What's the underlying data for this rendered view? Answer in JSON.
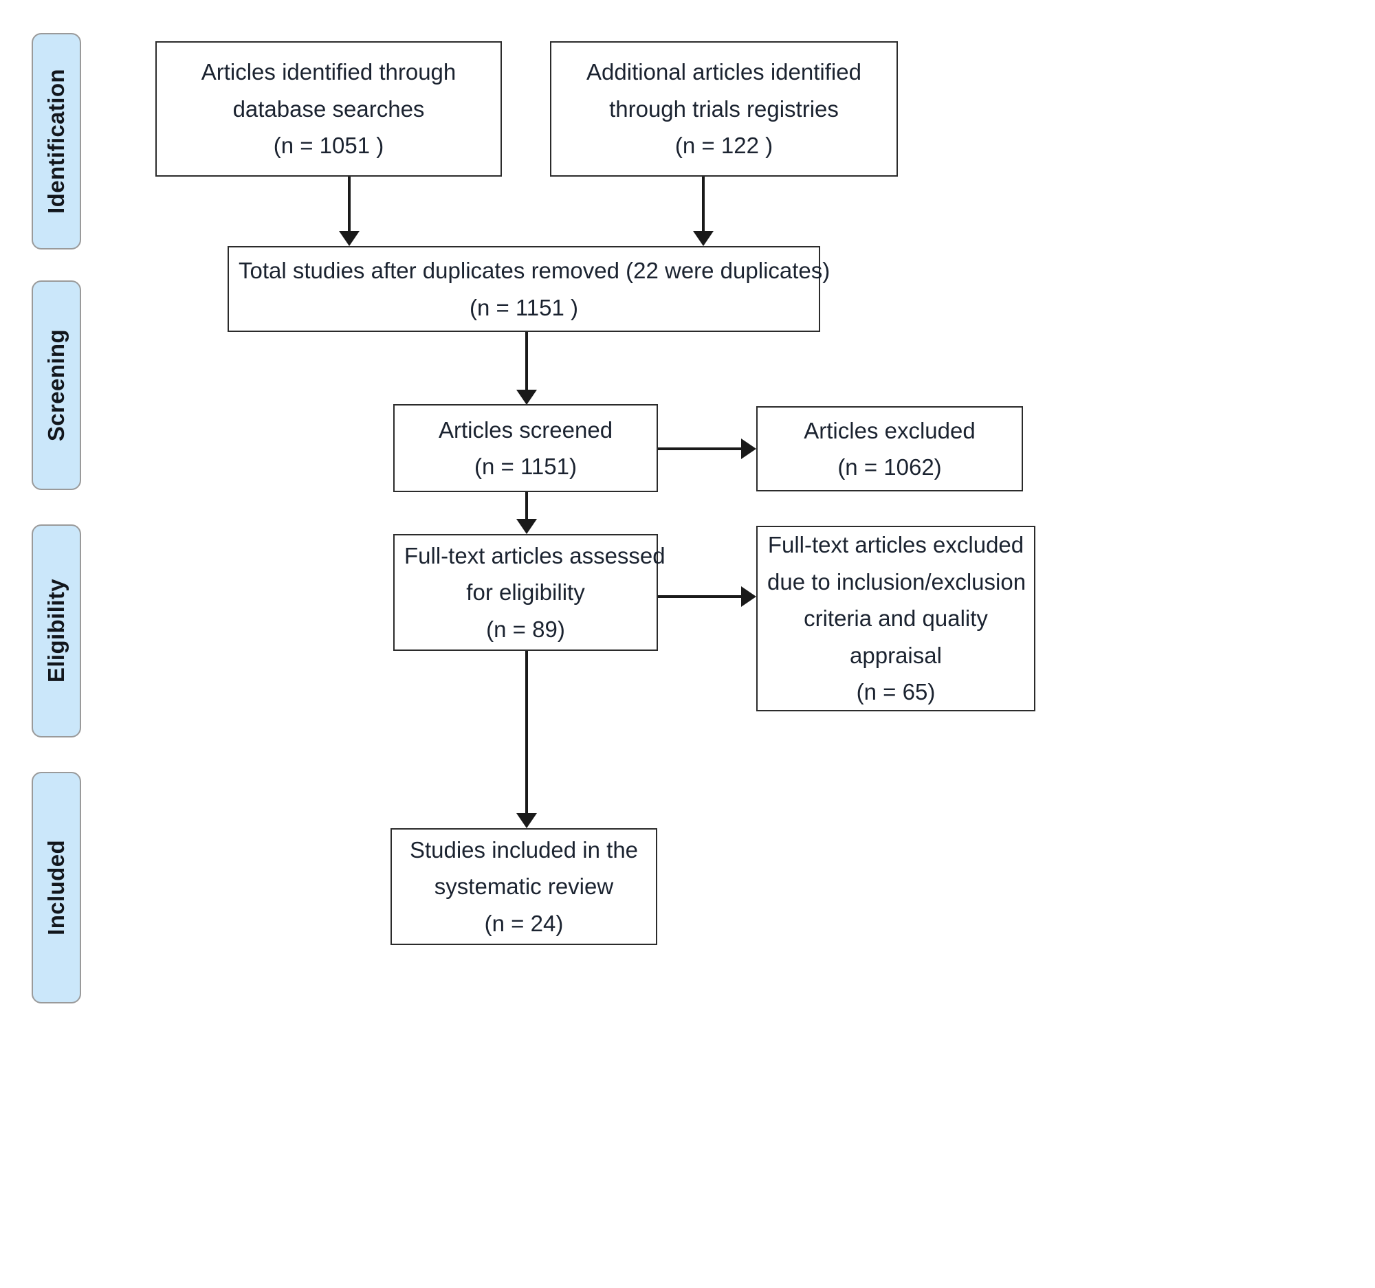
{
  "diagram": {
    "title": "PRISMA study selection flow diagram",
    "stages": [
      {
        "id": "identification",
        "label": "Identification"
      },
      {
        "id": "screening",
        "label": "Screening"
      },
      {
        "id": "eligibility",
        "label": "Eligibility"
      },
      {
        "id": "included",
        "label": "Included"
      }
    ],
    "boxes": {
      "database_search": {
        "lines": [
          "Articles identified through",
          "database searches",
          "(n = 1051 )"
        ],
        "count": 1051
      },
      "registry_search": {
        "lines": [
          "Additional articles identified",
          "through trials registries",
          "(n = 122 )"
        ],
        "count": 122
      },
      "duplicates_removed": {
        "lines": [
          "Total studies after duplicates removed (22 were duplicates)",
          "(n = 1151 )"
        ],
        "count": 1151,
        "duplicates": 22
      },
      "screened": {
        "lines": [
          "Articles screened",
          "(n = 1151)"
        ],
        "count": 1151
      },
      "excluded_screened": {
        "lines": [
          "Articles excluded",
          "(n = 1062)"
        ],
        "count": 1062
      },
      "fulltext_assessed": {
        "lines": [
          "Full-text articles assessed",
          "for eligibility",
          "(n = 89)"
        ],
        "count": 89
      },
      "fulltext_excluded": {
        "lines": [
          "Full-text articles excluded",
          "due to inclusion/exclusion",
          "criteria and quality",
          "appraisal",
          "(n = 65)"
        ],
        "count": 65
      },
      "included_studies": {
        "lines": [
          "Studies included in the",
          "systematic review",
          "(n = 24)"
        ],
        "count": 24
      }
    },
    "colors": {
      "stage_fill": "#cbe7fa",
      "stage_border": "#9a9a9a",
      "box_border": "#2b2b2b",
      "connector": "#1a1a1a",
      "text": "#1b2330",
      "background": "#ffffff"
    }
  }
}
